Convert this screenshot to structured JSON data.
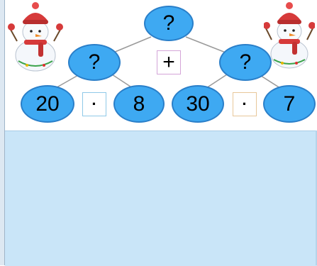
{
  "tree": {
    "root": {
      "value": "?"
    },
    "left": {
      "value": "?"
    },
    "right": {
      "value": "?"
    },
    "top_operator": "+",
    "leaves": [
      "20",
      "8",
      "30",
      "7"
    ],
    "left_operator": "·",
    "right_operator": "·"
  },
  "colors": {
    "node_fill": "#3ea9f2",
    "node_border": "#2a7fc9",
    "panel_background": "#c9e5f8",
    "plus_box_border": "#d4a5d8",
    "dot_box_left_border": "#8fc9e8",
    "dot_box_right_border": "#e8c79a"
  },
  "icons": [
    "snowman-left-icon",
    "snowman-right-icon"
  ]
}
